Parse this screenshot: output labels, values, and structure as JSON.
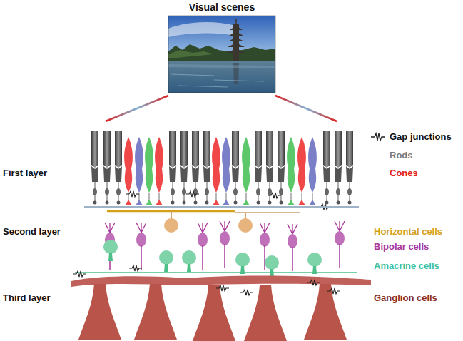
{
  "diagram": {
    "title": "Visual scenes",
    "labels": [
      "First layer",
      "Second layer",
      "Third layer",
      "Rods",
      "Cones",
      "Horizontal cells",
      "Bipolar cells",
      "Amacrine cells",
      "Ganglion cells"
    ],
    "legend": [
      {
        "text": "Gap junctions"
      }
    ]
  }
}
